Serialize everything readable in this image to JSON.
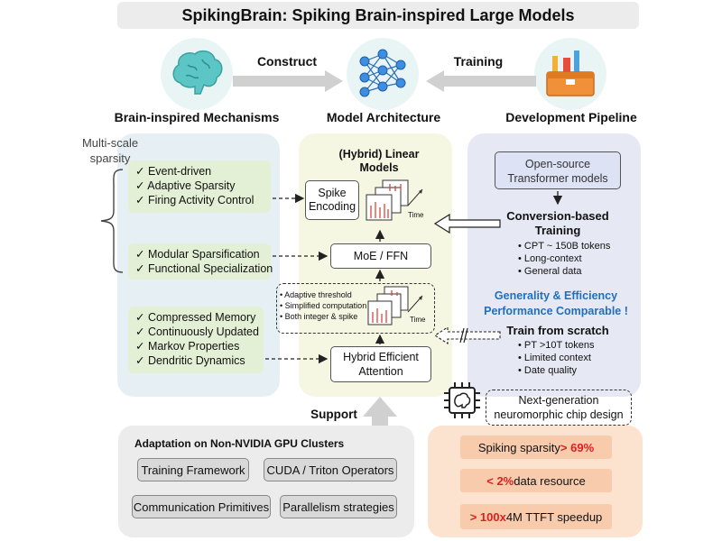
{
  "title": "SpikingBrain: Spiking Brain-inspired Large Models",
  "top": {
    "construct": "Construct",
    "training": "Training",
    "brain_label": "Brain-inspired Mechanisms",
    "model_label": "Model Architecture",
    "pipeline_label": "Development Pipeline"
  },
  "left": {
    "multiscale_line1": "Multi-scale",
    "multiscale_line2": "sparsity",
    "group1": [
      "✓ Event-driven",
      "✓ Adaptive Sparsity",
      "✓ Firing Activity Control"
    ],
    "group2": [
      "✓ Modular Sparsification",
      "✓ Functional Specialization"
    ],
    "group3": [
      "✓ Compressed Memory",
      "✓ Continuously Updated",
      "✓ Markov Properties",
      "✓ Dendritic Dynamics"
    ]
  },
  "center": {
    "header_line1": "(Hybrid) Linear",
    "header_line2": "Models",
    "spike_line1": "Spike",
    "spike_line2": "Encoding",
    "time1": "Time",
    "moe": "MoE / FFN",
    "time2": "Time",
    "notes": [
      "• Adaptive threshold",
      "• Simplified computation",
      "• Both integer & spike"
    ],
    "attn_line1": "Hybrid Efficient",
    "attn_line2": "Attention"
  },
  "right": {
    "opensource_line1": "Open-source",
    "opensource_line2": "Transformer models",
    "conversion_line1": "Conversion-based",
    "conversion_line2": "Training",
    "conversion_items": [
      "• CPT ~ 150B tokens",
      "• Long-context",
      "• General data"
    ],
    "generality_line1": "Generality & Efficiency",
    "generality_line2": "Performance Comparable !",
    "scratch_title": "Train from scratch",
    "scratch_items": [
      "• PT >10T tokens",
      "• Limited context",
      "• Date quality"
    ]
  },
  "bottom": {
    "support": "Support",
    "adaptation_title": "Adaptation on Non-NVIDIA GPU Clusters",
    "training_framework": "Training Framework",
    "cuda_ops": "CUDA / Triton Operators",
    "comm_primitives": "Communication Primitives",
    "parallelism": "Parallelism strategies",
    "chip_line1": "Next-generation",
    "chip_line2": "neuromorphic chip design",
    "stat1_text": "Spiking sparsity ",
    "stat1_value": "> 69%",
    "stat2_value": "< 2%",
    "stat2_text": " data resource",
    "stat3_value": "> 100x",
    "stat3_text": " 4M TTFT speedup"
  },
  "colors": {
    "left_panel": "#e6f0f4",
    "center_panel": "#f6f7e3",
    "right_panel": "#e6e9f3",
    "green_box": "#e4f0d5",
    "blue_text": "#1f6fc0",
    "red_text": "#e02020",
    "orange_panel": "#fbe3cf",
    "orange_button": "#f8cbad",
    "grey_panel": "#ececec"
  }
}
